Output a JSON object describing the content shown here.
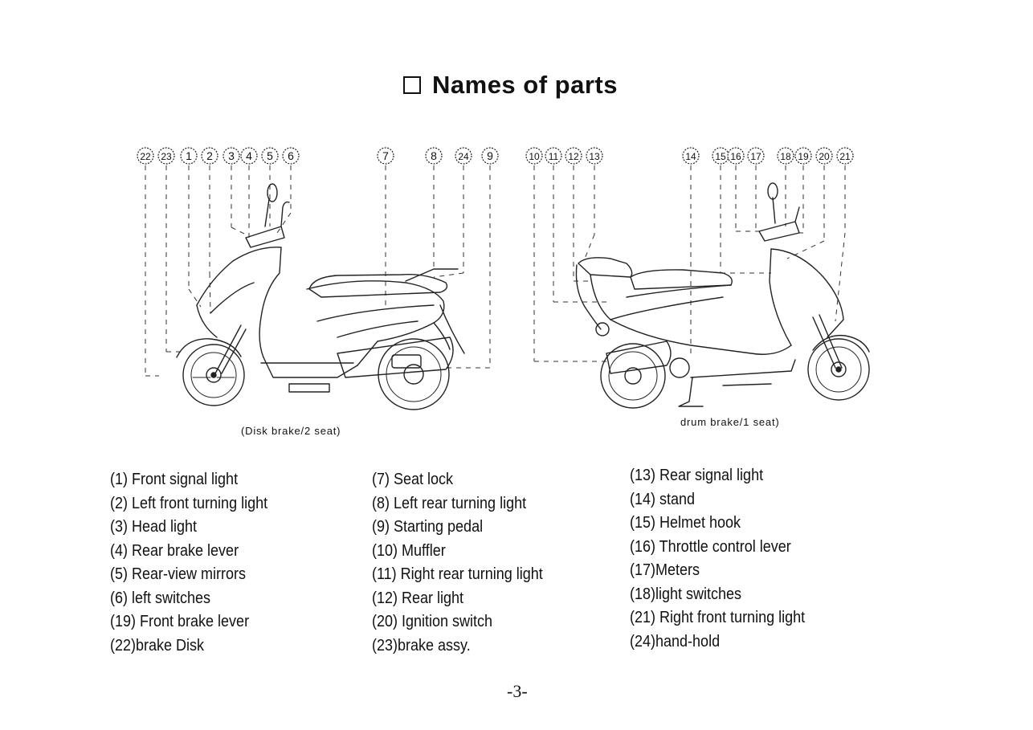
{
  "title": "Names of parts",
  "callouts_left": [
    "22",
    "23",
    "1",
    "2",
    "3",
    "4",
    "5",
    "6",
    "7",
    "8",
    "24",
    "9"
  ],
  "callouts_right": [
    "10",
    "11",
    "12",
    "13",
    "14",
    "15",
    "16",
    "17",
    "18",
    "19",
    "20",
    "21"
  ],
  "captions": {
    "left": "(Disk brake/2 seat)",
    "right": "drum brake/1 seat)"
  },
  "parts": {
    "col1": [
      "(1) Front signal light",
      "(2) Left front turning light",
      "(3) Head light",
      "(4) Rear brake lever",
      "(5) Rear-view mirrors",
      "(6) left switches",
      "(19) Front brake lever",
      "(22)brake Disk"
    ],
    "col2": [
      "(7) Seat lock",
      "(8) Left rear turning light",
      "(9) Starting pedal",
      "(10) Muffler",
      "(11) Right rear turning light",
      "(12) Rear light",
      "(20) Ignition switch",
      "(23)brake assy."
    ],
    "col3": [
      "(13) Rear signal light",
      "(14) stand",
      "(15) Helmet hook",
      "(16) Throttle control lever",
      "(17)Meters",
      "(18)light switches",
      "(21) Right front turning light",
      "(24)hand-hold"
    ]
  },
  "page_number": "-3-"
}
